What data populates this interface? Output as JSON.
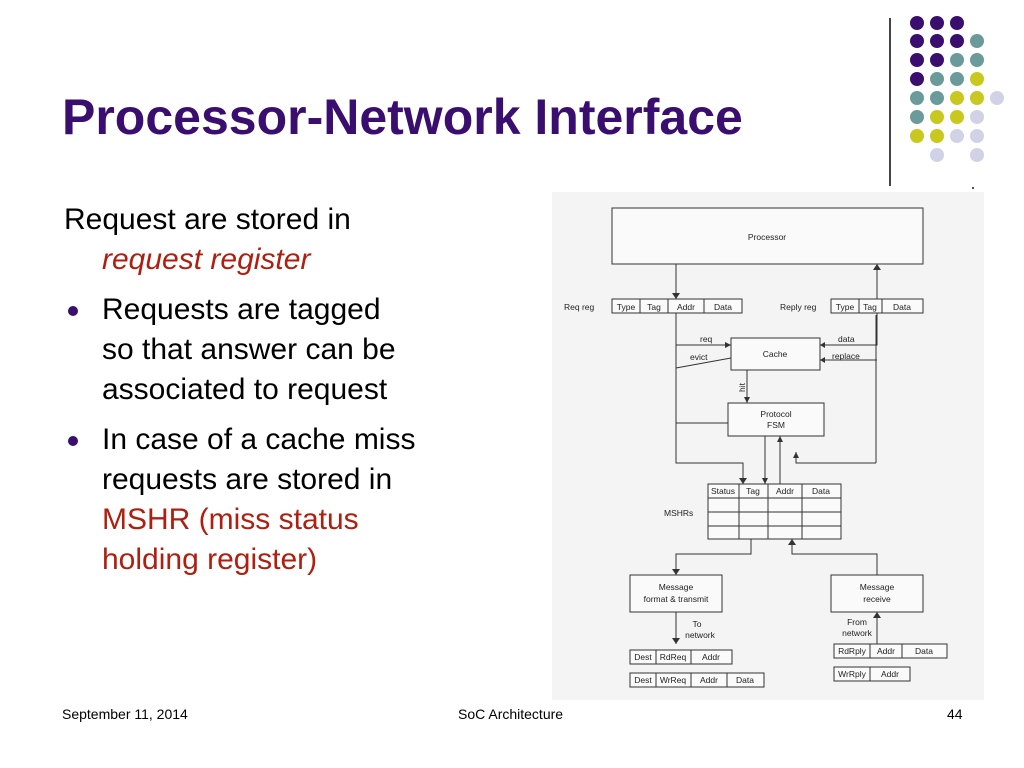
{
  "slide": {
    "title": "Processor-Network Interface",
    "intro_line1": "Request are stored in",
    "intro_line2": "request register",
    "bullet1": {
      "l1": "Requests are tagged",
      "l2": "so that answer can be",
      "l3": "associated to request"
    },
    "bullet2": {
      "l1": "In case of a cache miss",
      "l2": "requests are stored in",
      "l3": "MSHR (miss status",
      "l4": "holding register)"
    }
  },
  "diagram": {
    "processor": "Processor",
    "req_reg": "Req reg",
    "reply_reg": "Reply reg",
    "req_fields": [
      "Type",
      "Tag",
      "Addr",
      "Data"
    ],
    "reply_fields": [
      "Type",
      "Tag",
      "Data"
    ],
    "cache": "Cache",
    "req": "req",
    "evict": "evict",
    "data": "data",
    "replace": "replace",
    "hit": "hit",
    "protocol_l1": "Protocol",
    "protocol_l2": "FSM",
    "mshr_label": "MSHRs",
    "mshr_fields": [
      "Status",
      "Tag",
      "Addr",
      "Data"
    ],
    "msg_format_l1": "Message",
    "msg_format_l2": "format & transmit",
    "msg_receive_l1": "Message",
    "msg_receive_l2": "receive",
    "to_network_l1": "To",
    "to_network_l2": "network",
    "from_network_l1": "From",
    "from_network_l2": "network",
    "out_packet1": [
      "Dest",
      "RdReq",
      "Addr"
    ],
    "out_packet2": [
      "Dest",
      "WrReq",
      "Addr",
      "Data"
    ],
    "in_packet1": [
      "RdRply",
      "Addr",
      "Data"
    ],
    "in_packet2": [
      "WrRply",
      "Addr"
    ]
  },
  "footer": {
    "date": "September 11, 2014",
    "center": "SoC Architecture",
    "page": "44"
  },
  "colors": {
    "title": "#3a0e6e",
    "accent_red": "#b01e10",
    "dot_purple": "#3a0e6e",
    "dot_teal": "#6a9a9a",
    "dot_yellow": "#c8c81e",
    "dot_lavender": "#d2d2e6"
  }
}
